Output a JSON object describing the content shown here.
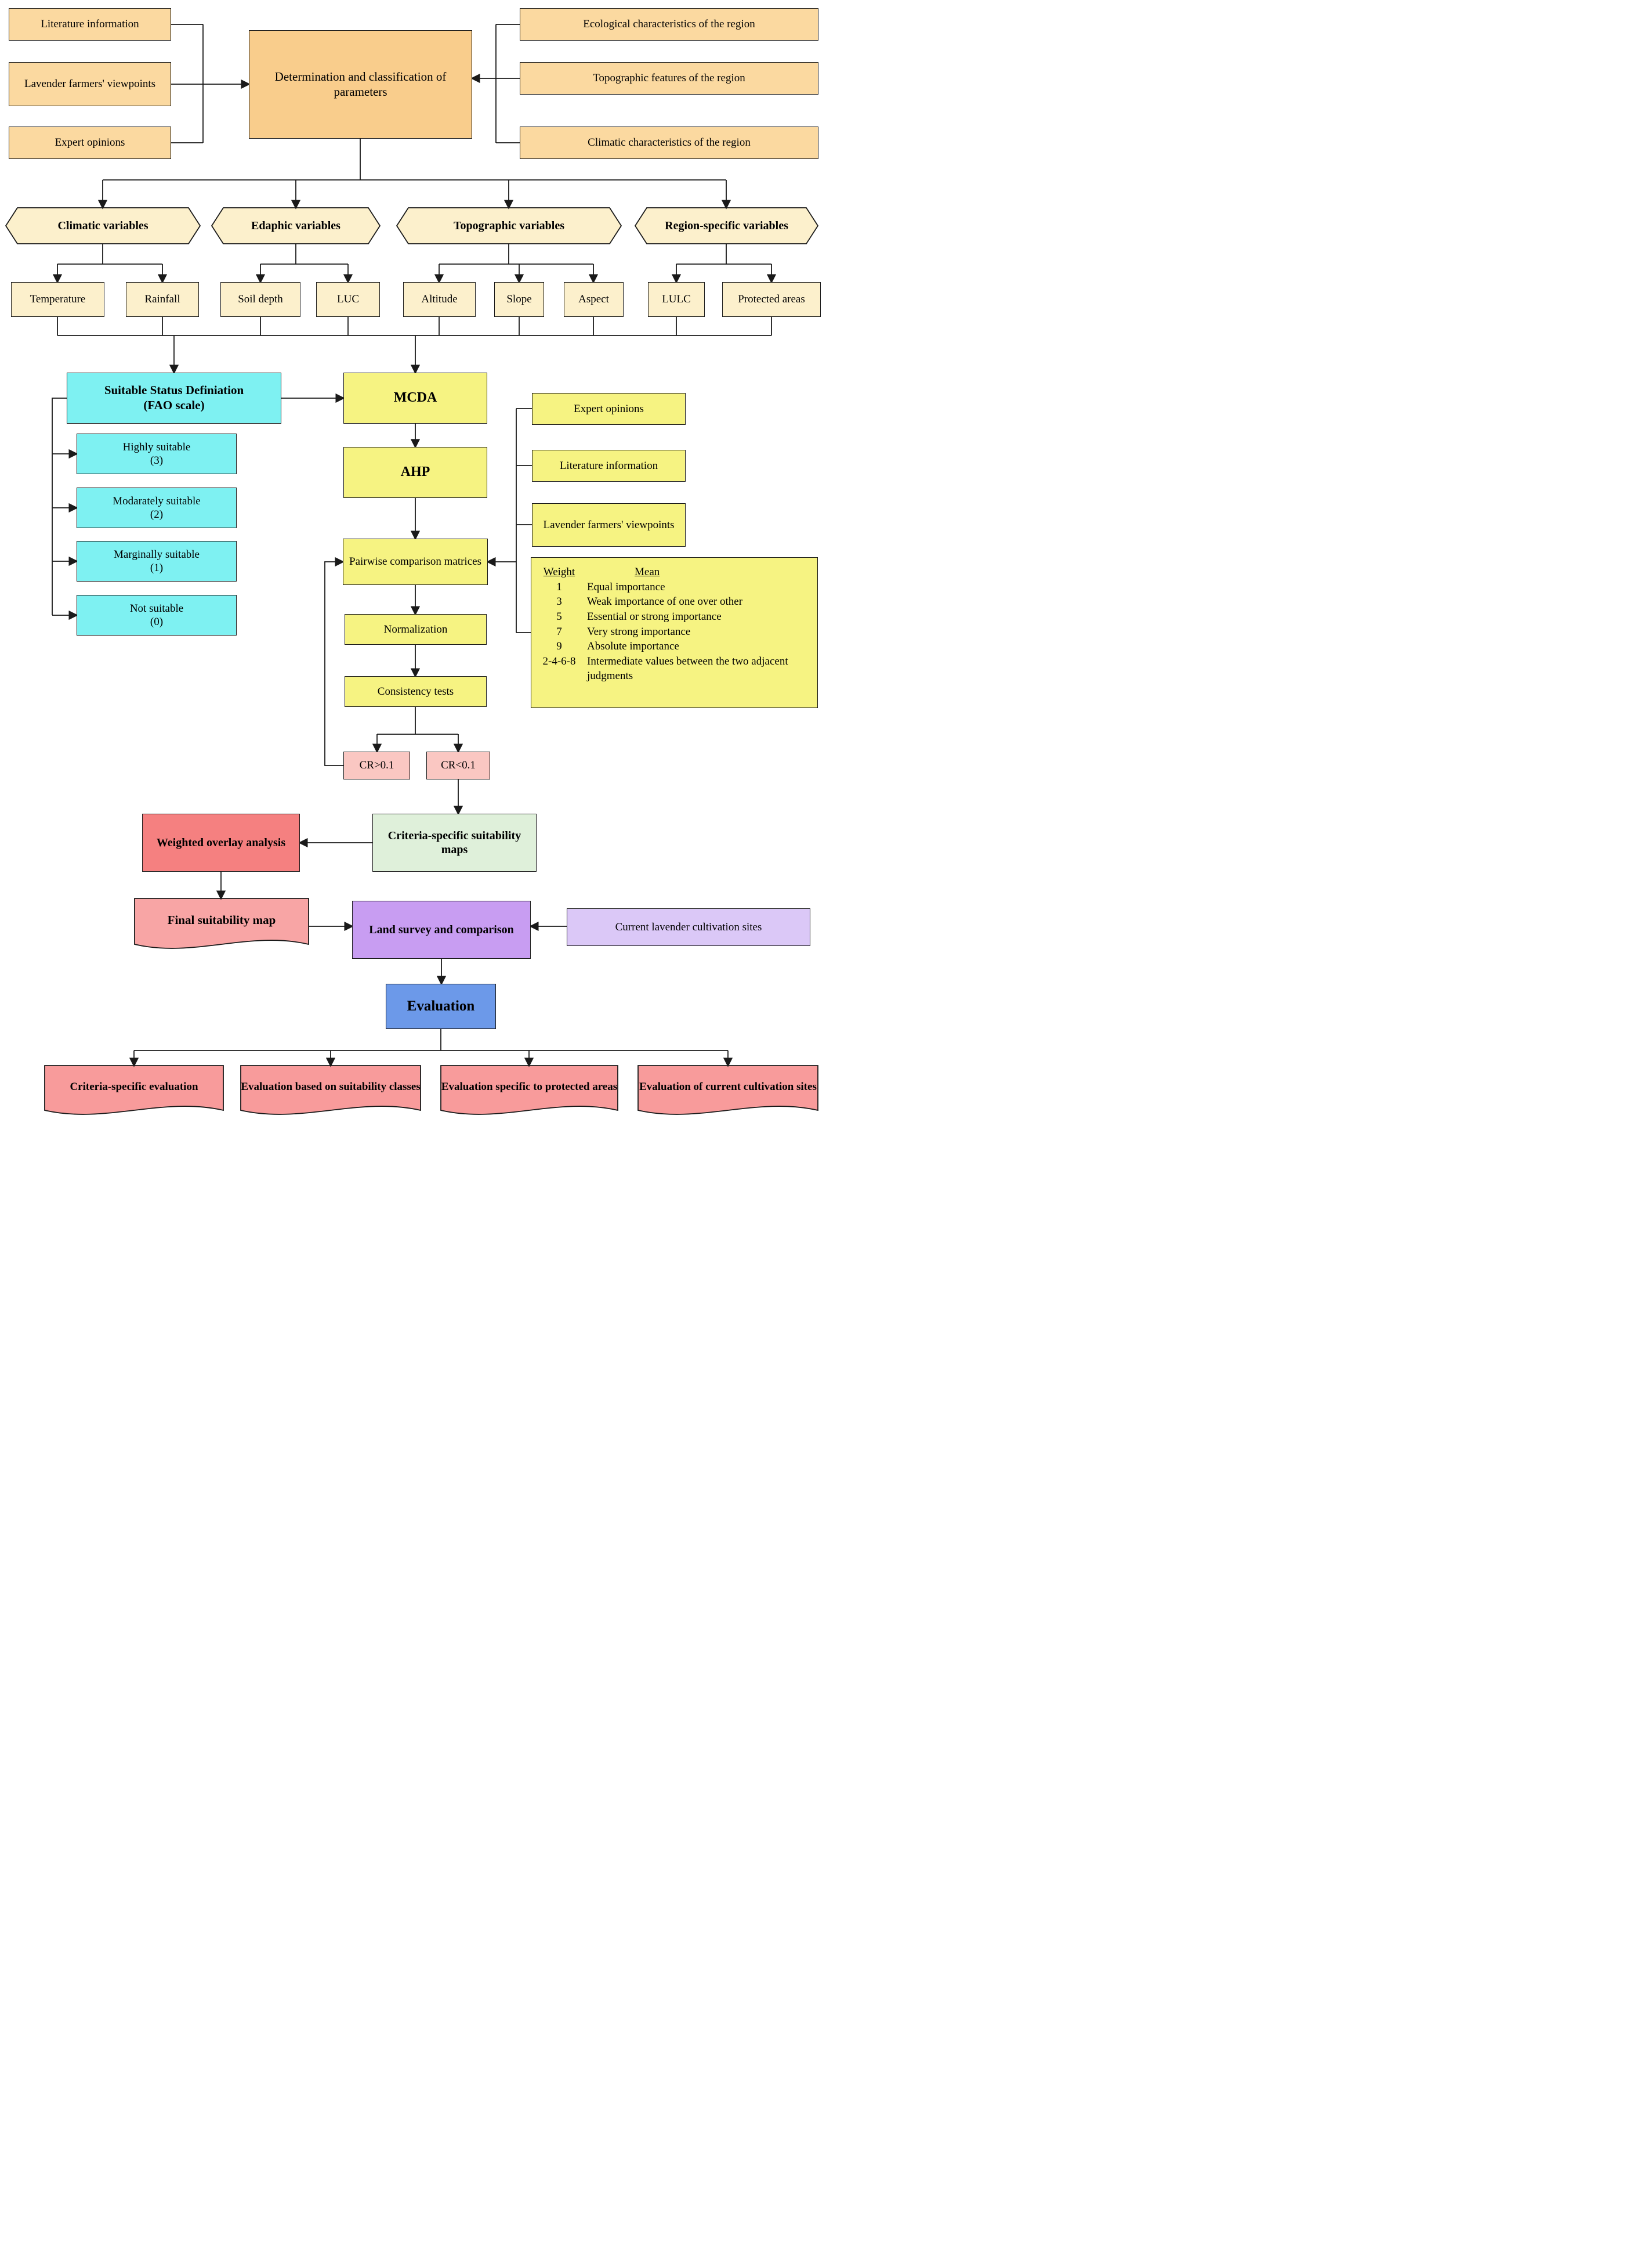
{
  "palette": {
    "orange_light": "#FBD9A0",
    "orange_center": "#F9CD8C",
    "cream": "#FCF0CC",
    "cyan": "#7EF1F2",
    "yellow": "#F6F382",
    "pink": "#FAC7C2",
    "green": "#DFF0DA",
    "coral": "#F58080",
    "rose": "#F8A5A5",
    "purple": "#C89DF2",
    "lavender": "#DBC8F7",
    "blue": "#6C99E9",
    "salmon": "#F89B9B",
    "line": "#1a1a1a"
  },
  "sources_left": [
    "Literature information",
    "Lavender farmers' viewpoints",
    "Expert opinions"
  ],
  "center_box": "Determination and classification of parameters",
  "sources_right": [
    "Ecological characteristics of the region",
    "Topographic features of the region",
    "Climatic characteristics of the region"
  ],
  "variable_groups": [
    "Climatic variables",
    "Edaphic variables",
    "Topographic variables",
    "Region-specific variables"
  ],
  "variables": [
    "Temperature",
    "Rainfall",
    "Soil depth",
    "LUC",
    "Altitude",
    "Slope",
    "Aspect",
    "LULC",
    "Protected areas"
  ],
  "fao": {
    "title_line1": "Suitable Status Definiation",
    "title_line2": "(FAO scale)",
    "classes": [
      {
        "label": "Highly suitable",
        "score": "(3)"
      },
      {
        "label": "Modarately suitable",
        "score": "(2)"
      },
      {
        "label": "Marginally suitable",
        "score": "(1)"
      },
      {
        "label": "Not suitable",
        "score": "(0)"
      }
    ]
  },
  "process": {
    "mcda": "MCDA",
    "ahp": "AHP",
    "pairwise": "Pairwise comparison matrices",
    "normalization": "Normalization",
    "consistency": "Consistency tests",
    "cr_fail": "CR>0.1",
    "cr_pass": "CR<0.1"
  },
  "ahp_inputs": [
    "Expert opinions",
    "Literature information",
    "Lavender farmers' viewpoints"
  ],
  "weight_table": {
    "col1_header": "Weight",
    "col2_header": "Mean",
    "rows": [
      {
        "weight": "1",
        "mean": "Equal importance"
      },
      {
        "weight": "3",
        "mean": "Weak importance of one over other"
      },
      {
        "weight": "5",
        "mean": "Essential or strong importance"
      },
      {
        "weight": "7",
        "mean": "Very strong importance"
      },
      {
        "weight": "9",
        "mean": "Absolute importance"
      },
      {
        "weight": "2-4-6-8",
        "mean": "Intermediate values between the two adjacent judgments"
      }
    ]
  },
  "outputs": {
    "suitability_maps": "Criteria-specific suitability maps",
    "weighted_overlay": "Weighted overlay analysis",
    "final_map": "Final suitability map",
    "land_survey": "Land survey and comparison",
    "current_sites": "Current lavender cultivation sites",
    "evaluation": "Evaluation"
  },
  "evaluations": [
    "Criteria-specific evaluation",
    "Evaluation based on suitability classes",
    "Evaluation specific to protected areas",
    "Evaluation of current cultivation sites"
  ]
}
